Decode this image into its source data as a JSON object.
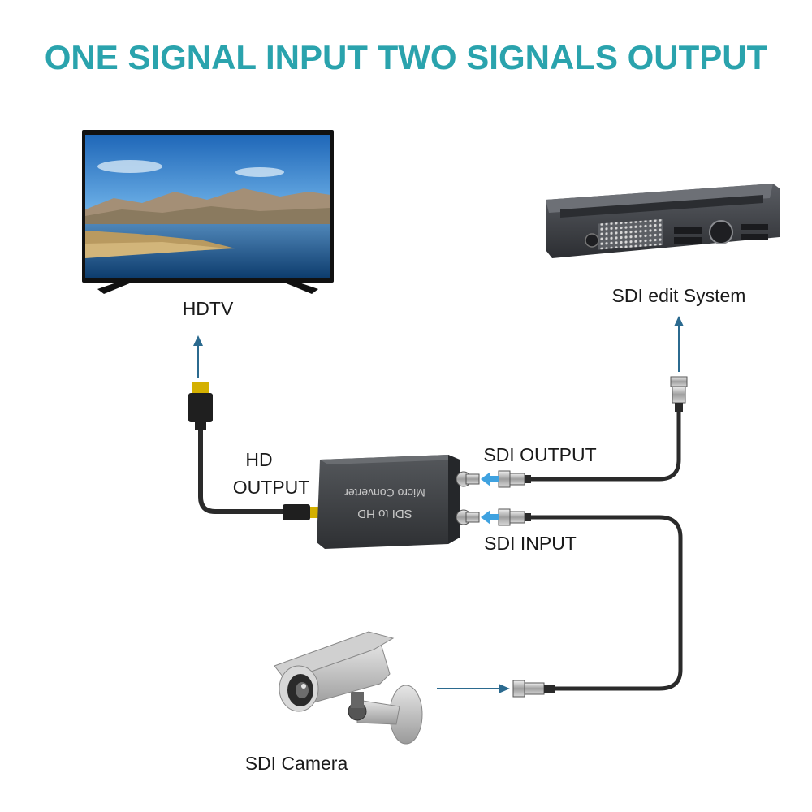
{
  "title": "ONE SIGNAL INPUT TWO SIGNALS OUTPUT",
  "labels": {
    "hdtv": "HDTV",
    "sdi_edit_system": "SDI edit System",
    "hd": "HD",
    "output": "OUTPUT",
    "sdi_output": "SDI OUTPUT",
    "sdi_input": "SDI INPUT",
    "sdi_camera": "SDI Camera"
  },
  "converter": {
    "line1": "SDI to HD",
    "line2": "Micro Converter"
  },
  "colors": {
    "title": "#2aa3ad",
    "arrow": "#2b6a8f",
    "port_arrow": "#3fa2e0",
    "cable": "#2a2a2a",
    "hdmi_tip": "#d4b000"
  }
}
